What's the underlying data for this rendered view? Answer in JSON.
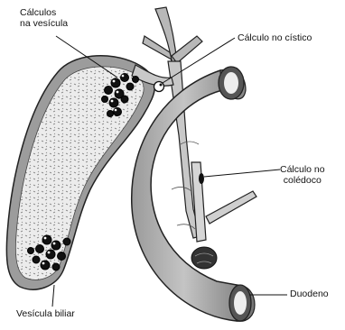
{
  "labels": {
    "gallbladder_stones": [
      "Cálculos",
      "na vesícula"
    ],
    "cystic_duct_stone": "Cálculo no cístico",
    "common_bile_duct_stone": [
      "Cálculo no",
      "colédoco"
    ],
    "duodenum": "Duodeno",
    "gallbladder": "Vesícula biliar"
  }
}
